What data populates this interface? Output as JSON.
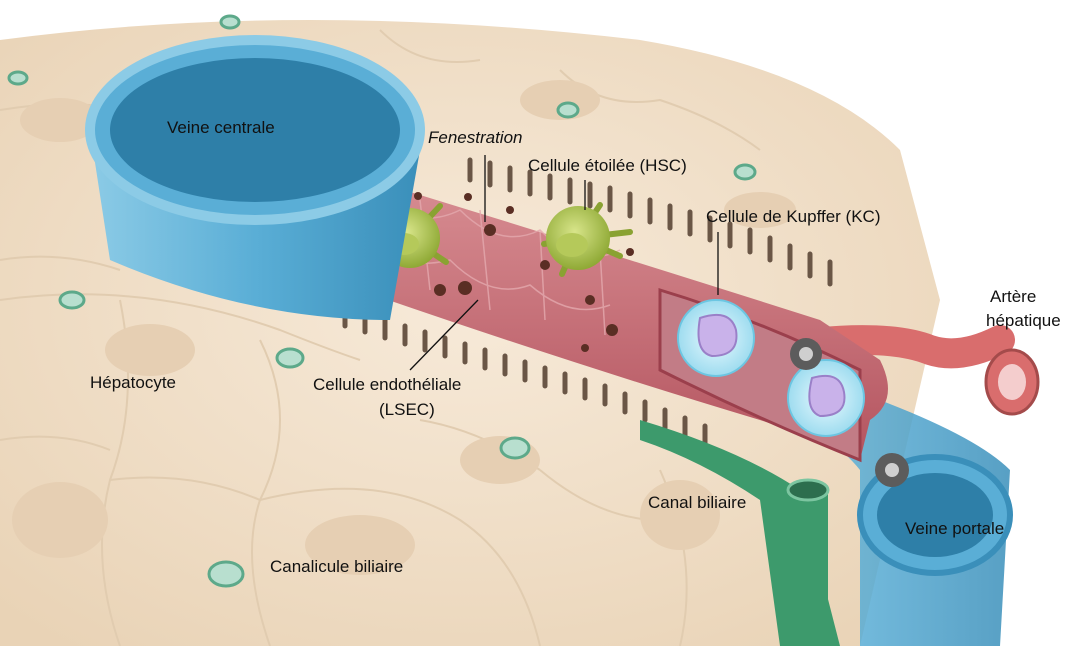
{
  "labels": {
    "central_vein": "Veine centrale",
    "fenestration": "Fenestration",
    "stellate_cell": "Cellule étoilée (HSC)",
    "kupffer_cell": "Cellule de Kupffer (KC)",
    "hepatic_artery_line1": "Artère",
    "hepatic_artery_line2": "hépatique",
    "hepatocyte": "Hépatocyte",
    "endothelial_line1": "Cellule endothéliale",
    "endothelial_line2": "(LSEC)",
    "bile_duct": "Canal biliaire",
    "portal_vein": "Veine portale",
    "bile_canaliculus": "Canalicule biliaire"
  },
  "colors": {
    "hepatocyte": "#efdcc4",
    "hepatocyte_edge": "#d9c0a2",
    "vein_blue": "#5aaed6",
    "vein_dark": "#2e7fa8",
    "sinusoid": "#c9707a",
    "stellate": "#98b43a",
    "kupffer": "#9fe0f0",
    "kupffer_nucleus": "#c9b2ea",
    "bile_duct": "#3d9a6c",
    "artery": "#d96d6d"
  }
}
